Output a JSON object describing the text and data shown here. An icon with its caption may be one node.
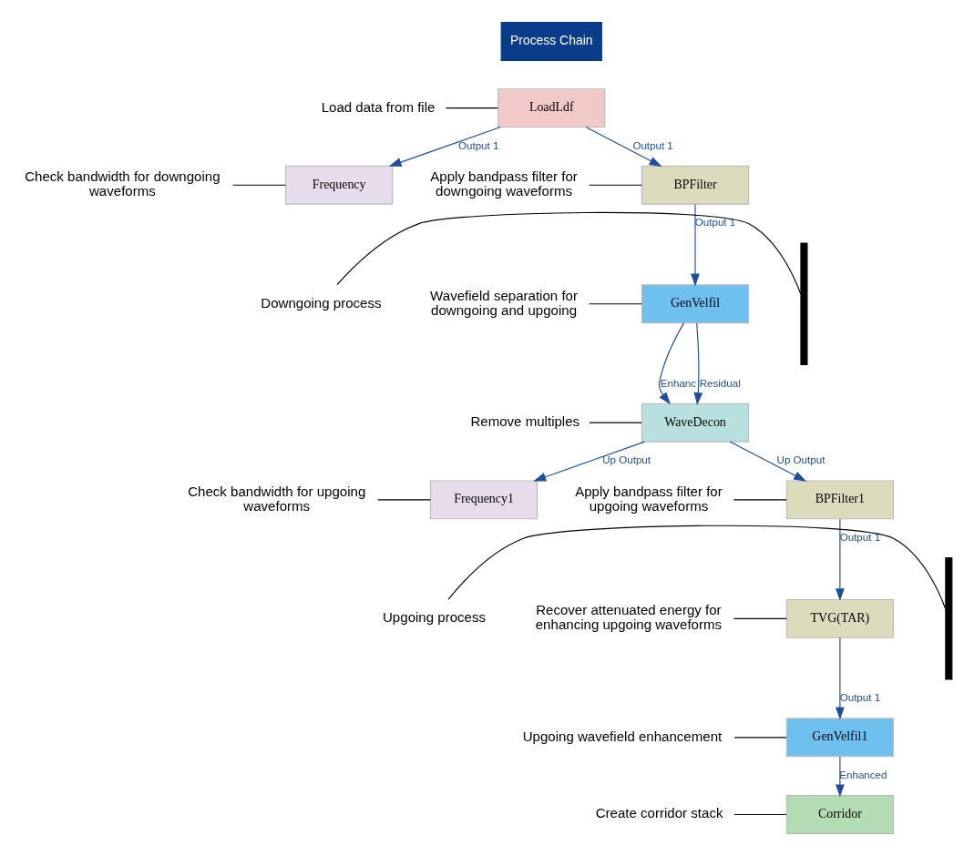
{
  "diagram": {
    "nodes": [
      {
        "text": [
          "LoadLdf"
        ]
      },
      {
        "text": [
          "Frequency"
        ]
      },
      {
        "text": [
          "BPFilter"
        ]
      },
      {
        "text": [
          "GenVelfil"
        ]
      },
      {
        "text": [
          "WaveDecon"
        ]
      },
      {
        "text": [
          "Frequency1"
        ]
      },
      {
        "text": [
          "BPFilter1"
        ]
      },
      {
        "text": [
          "TVG(TAR)"
        ]
      },
      {
        "text": [
          "GenVelfil1"
        ]
      },
      {
        "text": [
          "Corridor"
        ]
      },
      {
        "text": [
          "Load data from file"
        ]
      },
      {
        "text": [
          "Check bandwidth for downgoing waveforms"
        ]
      },
      {
        "text": [
          "Apply bandpass filter for downgoing waveforms"
        ]
      },
      {
        "text": [
          "Wavefield separation for downgoing and upgoing"
        ]
      },
      {
        "text": [
          "Remove multiples"
        ]
      },
      {
        "text": [
          "Check bandwidth for upgoing waveforms"
        ]
      },
      {
        "text": [
          "Apply bandpass filter for upgoing waveforms"
        ]
      },
      {
        "text": [
          "Recover attenuated energy for enhancing upgoing waveforms"
        ]
      },
      {
        "text": [
          "Upgoing wavefield enhancement"
        ]
      },
      {
        "text": [
          "Create corridor stack"
        ]
      },
      {
        "text": [
          "Downgoing process"
        ]
      },
      {
        "text": [
          "Upgoing process"
        ]
      },
      {
        "text": [],
        "shape": "bracket"
      },
      {
        "text": [],
        "shape": "bracket"
      }
    ],
    "edges": [
      {
        "from": 0,
        "to": 1,
        "arrow": "to",
        "label": "Output 1",
        "color": "#1f4e9c"
      },
      {
        "from": 0,
        "to": 2,
        "arrow": "to",
        "label": "Output 1",
        "color": "#1f4e9c"
      },
      {
        "from": 2,
        "to": 3,
        "arrow": "to",
        "label": "Output 1",
        "color": "#1f4e9c"
      },
      {
        "from": 3,
        "to": 4,
        "arrow": "to",
        "label": "Enhanc",
        "color": "#1f4e9c"
      },
      {
        "from": 3,
        "to": 4,
        "arrow": "to",
        "label": "Residual",
        "color": "#1f4e9c"
      },
      {
        "from": 4,
        "to": 5,
        "arrow": "to",
        "label": "Up Output",
        "color": "#1f4e9c"
      },
      {
        "from": 4,
        "to": 6,
        "arrow": "to",
        "label": "Up Output",
        "color": "#1f4e9c"
      },
      {
        "from": 6,
        "to": 7,
        "arrow": "to",
        "label": "Output 1",
        "color": "#1f4e9c"
      },
      {
        "from": 7,
        "to": 8,
        "arrow": "to",
        "label": "Output 1",
        "color": "#1f4e9c"
      },
      {
        "from": 8,
        "to": 9,
        "arrow": "to",
        "label": "Enhanced",
        "color": "#1f4e9c"
      },
      {
        "from": 10,
        "to": 0,
        "arrow": "none"
      },
      {
        "from": 11,
        "to": 1,
        "arrow": "none"
      },
      {
        "from": 12,
        "to": 2,
        "arrow": "none"
      },
      {
        "from": 13,
        "to": 3,
        "arrow": "none"
      },
      {
        "from": 14,
        "to": 4,
        "arrow": "none"
      },
      {
        "from": 15,
        "to": 5,
        "arrow": "none"
      },
      {
        "from": 16,
        "to": 6,
        "arrow": "none"
      },
      {
        "from": 17,
        "to": 7,
        "arrow": "none"
      },
      {
        "from": 18,
        "to": 8,
        "arrow": "none"
      },
      {
        "from": 19,
        "to": 9,
        "arrow": "none"
      },
      {
        "from": 20,
        "to": 22,
        "arrow": "none"
      },
      {
        "from": 21,
        "to": 23,
        "arrow": "none"
      }
    ],
    "labels": [
      "Process Chain"
    ]
  }
}
